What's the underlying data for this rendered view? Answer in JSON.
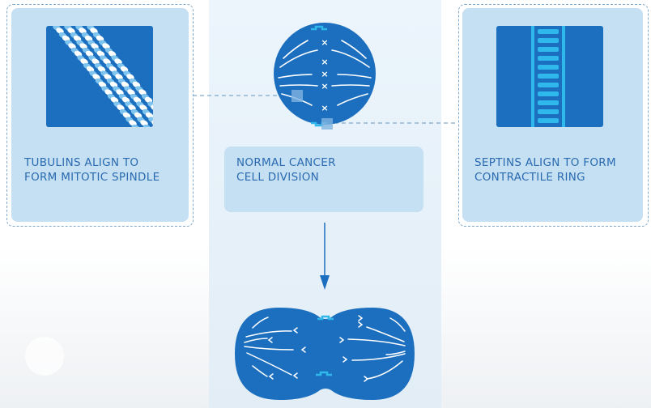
{
  "left_panel": {
    "label_line1": "TUBULINS ALIGN TO",
    "label_line2": "FORM MITOTIC SPINDLE"
  },
  "center_panel": {
    "label_line1": "NORMAL CANCER",
    "label_line2": "CELL DIVISION"
  },
  "right_panel": {
    "label_line1": "SEPTINS ALIGN TO FORM",
    "label_line2": "CONTRACTILE RING"
  },
  "colors": {
    "cell_blue": "#1c6fbe",
    "panel_blue": "#c5dff3",
    "septin_cyan": "#2fb8ec",
    "label_blue": "#2a6bb0"
  }
}
